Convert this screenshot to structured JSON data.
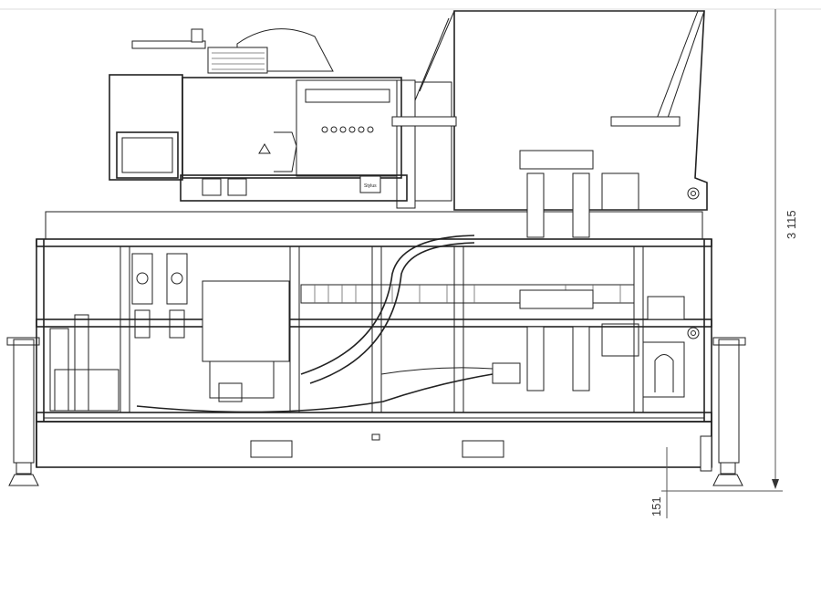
{
  "drawing": {
    "dimensions": {
      "overall_height": "3 115",
      "foot_clearance": "151"
    },
    "logo_text": "Stylus"
  }
}
